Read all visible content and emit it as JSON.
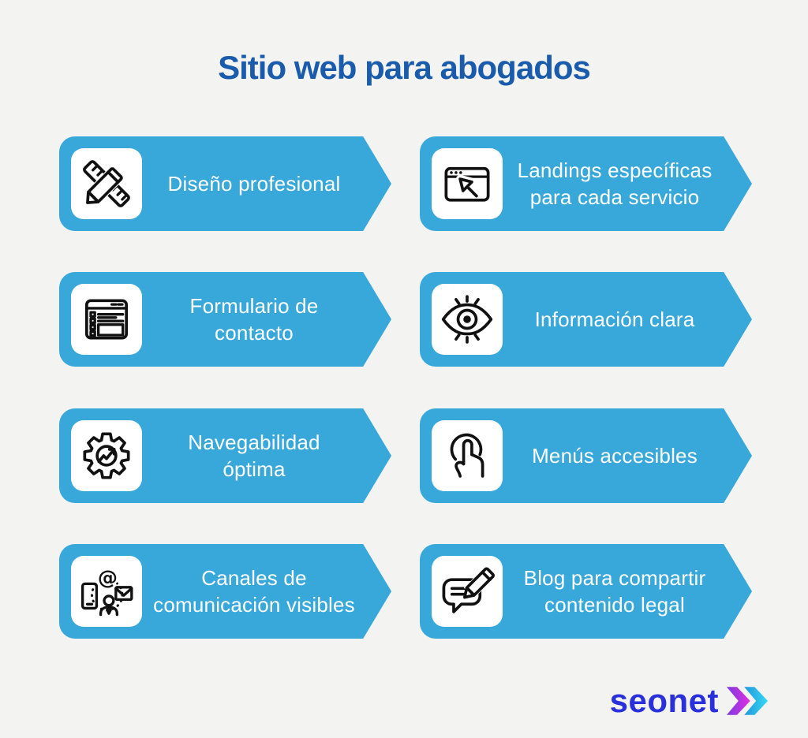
{
  "title": "Sitio web para abogados",
  "items": [
    {
      "icon": "ruler-pencil-icon",
      "line1": "Diseño profesional",
      "line2": ""
    },
    {
      "icon": "landing-page-cursor-icon",
      "line1": "Landings específicas",
      "line2": "para cada servicio"
    },
    {
      "icon": "contact-form-icon",
      "line1": "Formulario de",
      "line2": "contacto"
    },
    {
      "icon": "eye-icon",
      "line1": "Información clara",
      "line2": ""
    },
    {
      "icon": "gear-growth-icon",
      "line1": "Navegabilidad",
      "line2": "óptima"
    },
    {
      "icon": "tap-hand-icon",
      "line1": "Menús accesibles",
      "line2": ""
    },
    {
      "icon": "communication-channels-icon",
      "line1": "Canales de",
      "line2": "comunicación visibles"
    },
    {
      "icon": "blog-pencil-icon",
      "line1": "Blog para compartir",
      "line2": "contenido legal"
    }
  ],
  "footer": {
    "brand": "seonet",
    "logo_icon": "double-chevron-icon"
  },
  "colors": {
    "background": "#f3f3f2",
    "banner_blue": "#38a8db",
    "title_blue": "#1a5cab",
    "banner_text": "#ffffff",
    "icon_stroke": "#111111",
    "brand_blue": "#2a31da",
    "chevron_purple": "#7b3be0",
    "chevron_magenta": "#e02ee0",
    "chevron_blue": "#2196dd",
    "chevron_cyan": "#35d9f2"
  }
}
